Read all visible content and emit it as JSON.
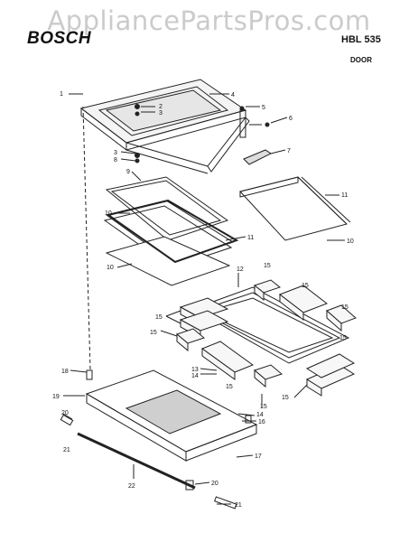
{
  "watermark": "AppliancePartsPros.com",
  "brand": "BOSCH",
  "model": "HBL 535",
  "section": "DOOR",
  "callouts": [
    "1",
    "2",
    "3",
    "4",
    "5",
    "6",
    "7",
    "3",
    "8",
    "9",
    "10",
    "11",
    "11",
    "10",
    "10",
    "12",
    "15",
    "15",
    "15",
    "15",
    "15",
    "15",
    "13",
    "14",
    "15",
    "15",
    "15",
    "18",
    "19",
    "14",
    "16",
    "17",
    "20",
    "21",
    "22",
    "20",
    "21"
  ],
  "colors": {
    "line": "#222222",
    "watermark": "#a0a0a0",
    "shade": "#cfcfcf"
  }
}
